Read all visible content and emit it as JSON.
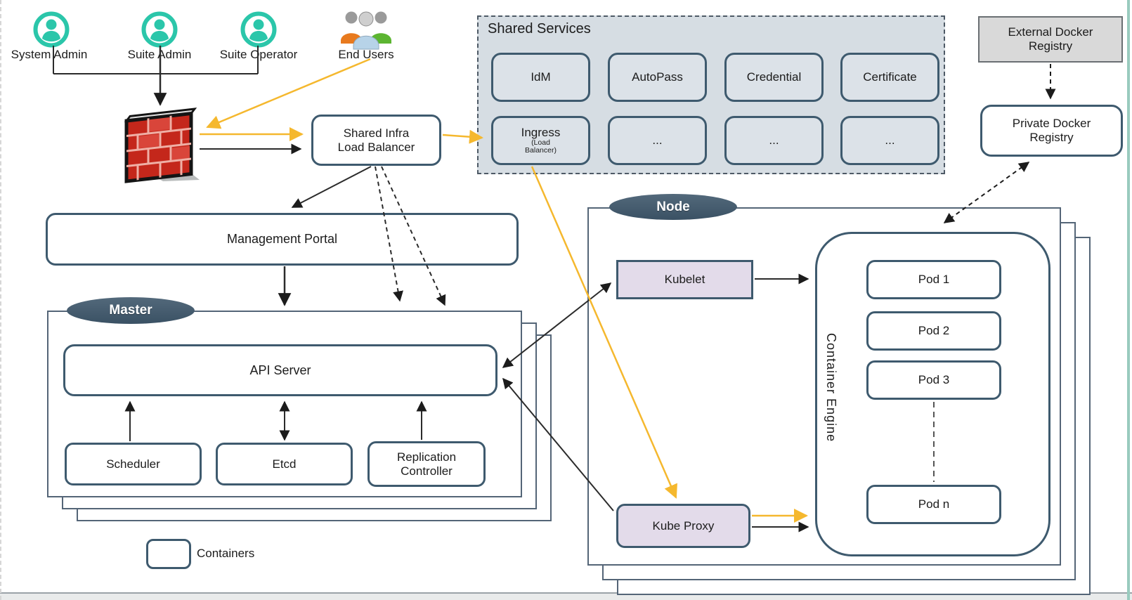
{
  "colors": {
    "accent_yellow": "#F5B82E",
    "slate_border": "#3E5A6E",
    "panel_fill": "#D6DDE3",
    "service_fill": "#DCE2E8",
    "lavender_fill": "#E3DBEA",
    "registry_gray": "#D9D9D9",
    "ellipse_fill": "#40586B",
    "teal_icon": "#2BC6AA",
    "firewall_red": "#C4271B"
  },
  "actors": {
    "system_admin": "System Admin",
    "suite_admin": "Suite Admin",
    "suite_operator": "Suite Operator",
    "end_users": "End Users"
  },
  "load_balancer": {
    "line1": "Shared Infra",
    "line2": "Load Balancer"
  },
  "shared_services": {
    "title": "Shared Services",
    "row1": [
      {
        "label": "IdM"
      },
      {
        "label": "AutoPass"
      },
      {
        "label": "Credential"
      },
      {
        "label": "Certificate"
      }
    ],
    "row2": [
      {
        "label": "Ingress",
        "sub1": "(Load",
        "sub2": "Balancer)"
      },
      {
        "label": "..."
      },
      {
        "label": "..."
      },
      {
        "label": "..."
      }
    ]
  },
  "registries": {
    "external": "External Docker Registry",
    "private": "Private Docker Registry"
  },
  "management_portal": {
    "label": "Management Portal"
  },
  "master": {
    "tag": "Master",
    "api_server": "API Server",
    "scheduler": "Scheduler",
    "etcd": "Etcd",
    "replication_controller": "Replication Controller"
  },
  "node": {
    "tag": "Node",
    "kubelet": "Kubelet",
    "kube_proxy": "Kube Proxy",
    "container_engine": "Container Engine",
    "pods": [
      "Pod 1",
      "Pod 2",
      "Pod 3",
      "Pod n"
    ]
  },
  "legend": {
    "containers": "Containers"
  }
}
